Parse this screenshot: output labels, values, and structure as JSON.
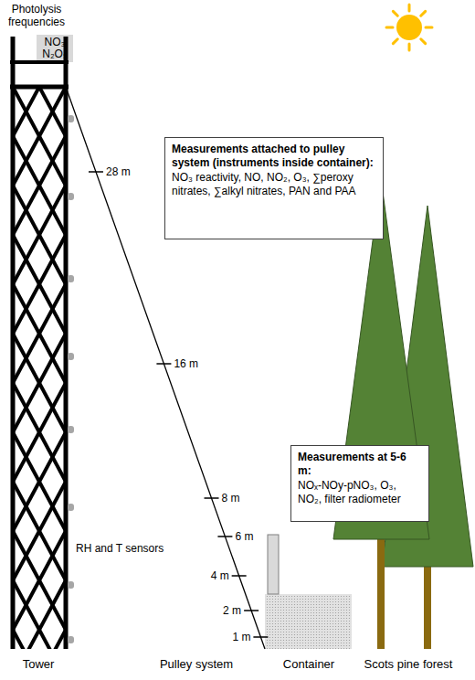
{
  "diagram": {
    "nodes": [
      {
        "text": [
          "Photolysis frequencies",
          "NO₃ N₂O₅"
        ]
      },
      {
        "text": [
          "Measurements attached to pulley system (instruments inside container):",
          "NO₃ reactivity, NO, NO₂, O₃, ∑peroxy nitrates, ∑alkyl nitrates, PAN and PAA"
        ]
      },
      {
        "text": [
          "Measurements at 5-6 m:",
          "NOₓ-NOy-pNO₃, O₃, NO₂, filter radiometer"
        ]
      }
    ],
    "labels": [
      "28 m",
      "16 m",
      "8 m",
      "6 m",
      "4 m",
      "2 m",
      "1 m",
      "RH and T sensors",
      "Tower",
      "Pulley system",
      "Container",
      "Scots pine forest"
    ]
  }
}
